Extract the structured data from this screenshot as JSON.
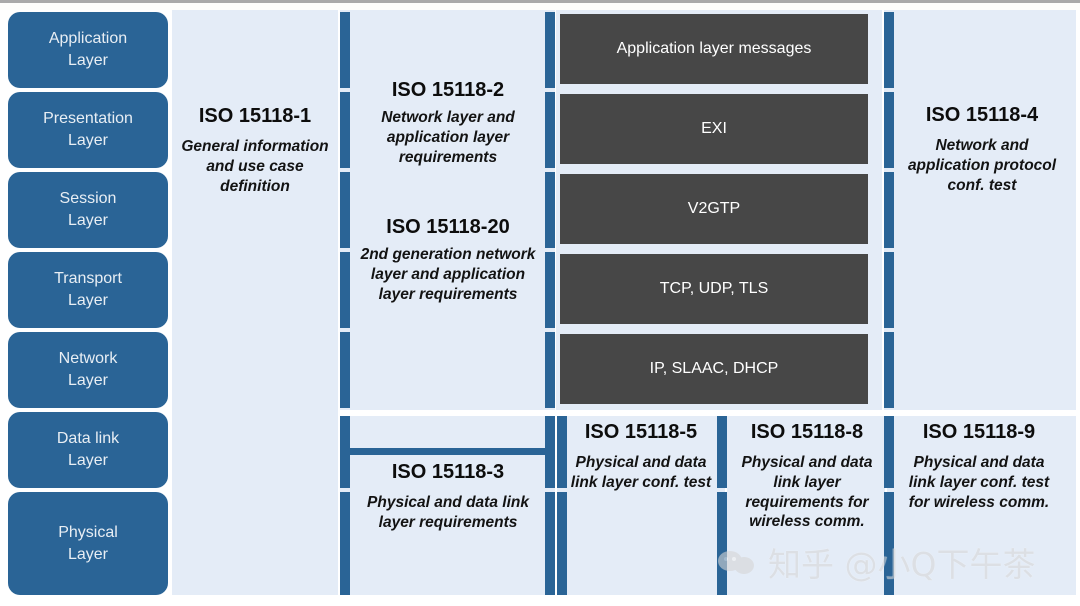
{
  "diagram": {
    "title": "ISO 15118 standard family mapped to OSI layers",
    "colors": {
      "layer_block": "#2a6496",
      "panel_background": "#e4ecf7",
      "protocol_box": "#474747",
      "rail": "#2a6496",
      "page_background": "#ffffff"
    }
  },
  "osi_layers": [
    {
      "name": "Application Layer",
      "line1": "Application",
      "line2": "Layer"
    },
    {
      "name": "Presentation Layer",
      "line1": "Presentation",
      "line2": "Layer"
    },
    {
      "name": "Session Layer",
      "line1": "Session",
      "line2": "Layer"
    },
    {
      "name": "Transport Layer",
      "line1": "Transport",
      "line2": "Layer"
    },
    {
      "name": "Network Layer",
      "line1": "Network",
      "line2": "Layer"
    },
    {
      "name": "Data link Layer",
      "line1": "Data link",
      "line2": "Layer"
    },
    {
      "name": "Physical Layer",
      "line1": "Physical",
      "line2": "Layer"
    }
  ],
  "standards": {
    "part1": {
      "title": "ISO 15118-1",
      "description": "General information and use case definition"
    },
    "part2": {
      "title": "ISO 15118-2",
      "description": "Network layer and application layer requirements"
    },
    "part20": {
      "title": "ISO 15118-20",
      "description": "2nd generation network layer and application layer requirements"
    },
    "part4": {
      "title": "ISO 15118-4",
      "description": "Network and application protocol conf. test"
    },
    "part3": {
      "title": "ISO 15118-3",
      "description": "Physical and data link layer requirements"
    },
    "part5": {
      "title": "ISO 15118-5",
      "description": "Physical and data link layer conf. test"
    },
    "part8": {
      "title": "ISO 15118-8",
      "description": "Physical and data link layer requirements for wireless comm."
    },
    "part9": {
      "title": "ISO 15118-9",
      "description": "Physical and data link layer conf. test for wireless comm."
    }
  },
  "protocol_stack": [
    {
      "label": "Application layer messages"
    },
    {
      "label": "EXI"
    },
    {
      "label": "V2GTP"
    },
    {
      "label": "TCP, UDP, TLS"
    },
    {
      "label": "IP, SLAAC, DHCP"
    }
  ],
  "watermark": {
    "text": "知乎 @小Q下午茶"
  }
}
